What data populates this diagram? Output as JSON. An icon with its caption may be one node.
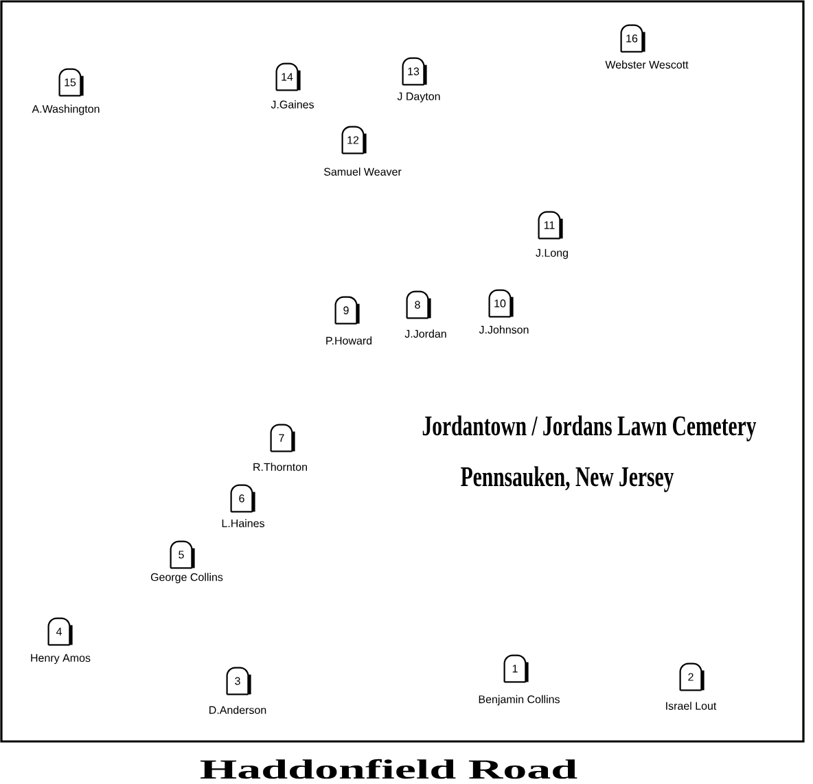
{
  "diagram": {
    "title": "Jordantown / Jordans Lawn Cemetery",
    "nodes": [
      {
        "text": [
          "1"
        ],
        "beside": [
          "Benjamin Collins"
        ]
      },
      {
        "text": [
          "2"
        ],
        "beside": [
          "Israel Lout"
        ]
      },
      {
        "text": [
          "3"
        ],
        "beside": [
          "D.Anderson"
        ]
      },
      {
        "text": [
          "4"
        ],
        "beside": [
          "Henry Amos"
        ]
      },
      {
        "text": [
          "5"
        ],
        "beside": [
          "George Collins"
        ]
      },
      {
        "text": [
          "6"
        ],
        "beside": [
          "L.Haines"
        ]
      },
      {
        "text": [
          "7"
        ],
        "beside": [
          "R.Thornton"
        ]
      },
      {
        "text": [
          "8"
        ],
        "beside": [
          "J.Jordan"
        ]
      },
      {
        "text": [
          "9"
        ],
        "beside": [
          "P.Howard"
        ]
      },
      {
        "text": [
          "10"
        ],
        "beside": [
          "J.Johnson"
        ]
      },
      {
        "text": [
          "11"
        ],
        "beside": [
          "J.Long"
        ]
      },
      {
        "text": [
          "12"
        ],
        "beside": [
          "Samuel Weaver"
        ]
      },
      {
        "text": [
          "13"
        ],
        "beside": [
          "J Dayton"
        ]
      },
      {
        "text": [
          "14"
        ],
        "beside": [
          "J.Gaines"
        ]
      },
      {
        "text": [
          "15"
        ],
        "beside": [
          "A.Washington"
        ]
      },
      {
        "text": [
          "16"
        ],
        "beside": [
          "Webster Wescott"
        ]
      }
    ],
    "labels": [
      "Pennsauken, New Jersey",
      "Haddonfield Road"
    ]
  }
}
